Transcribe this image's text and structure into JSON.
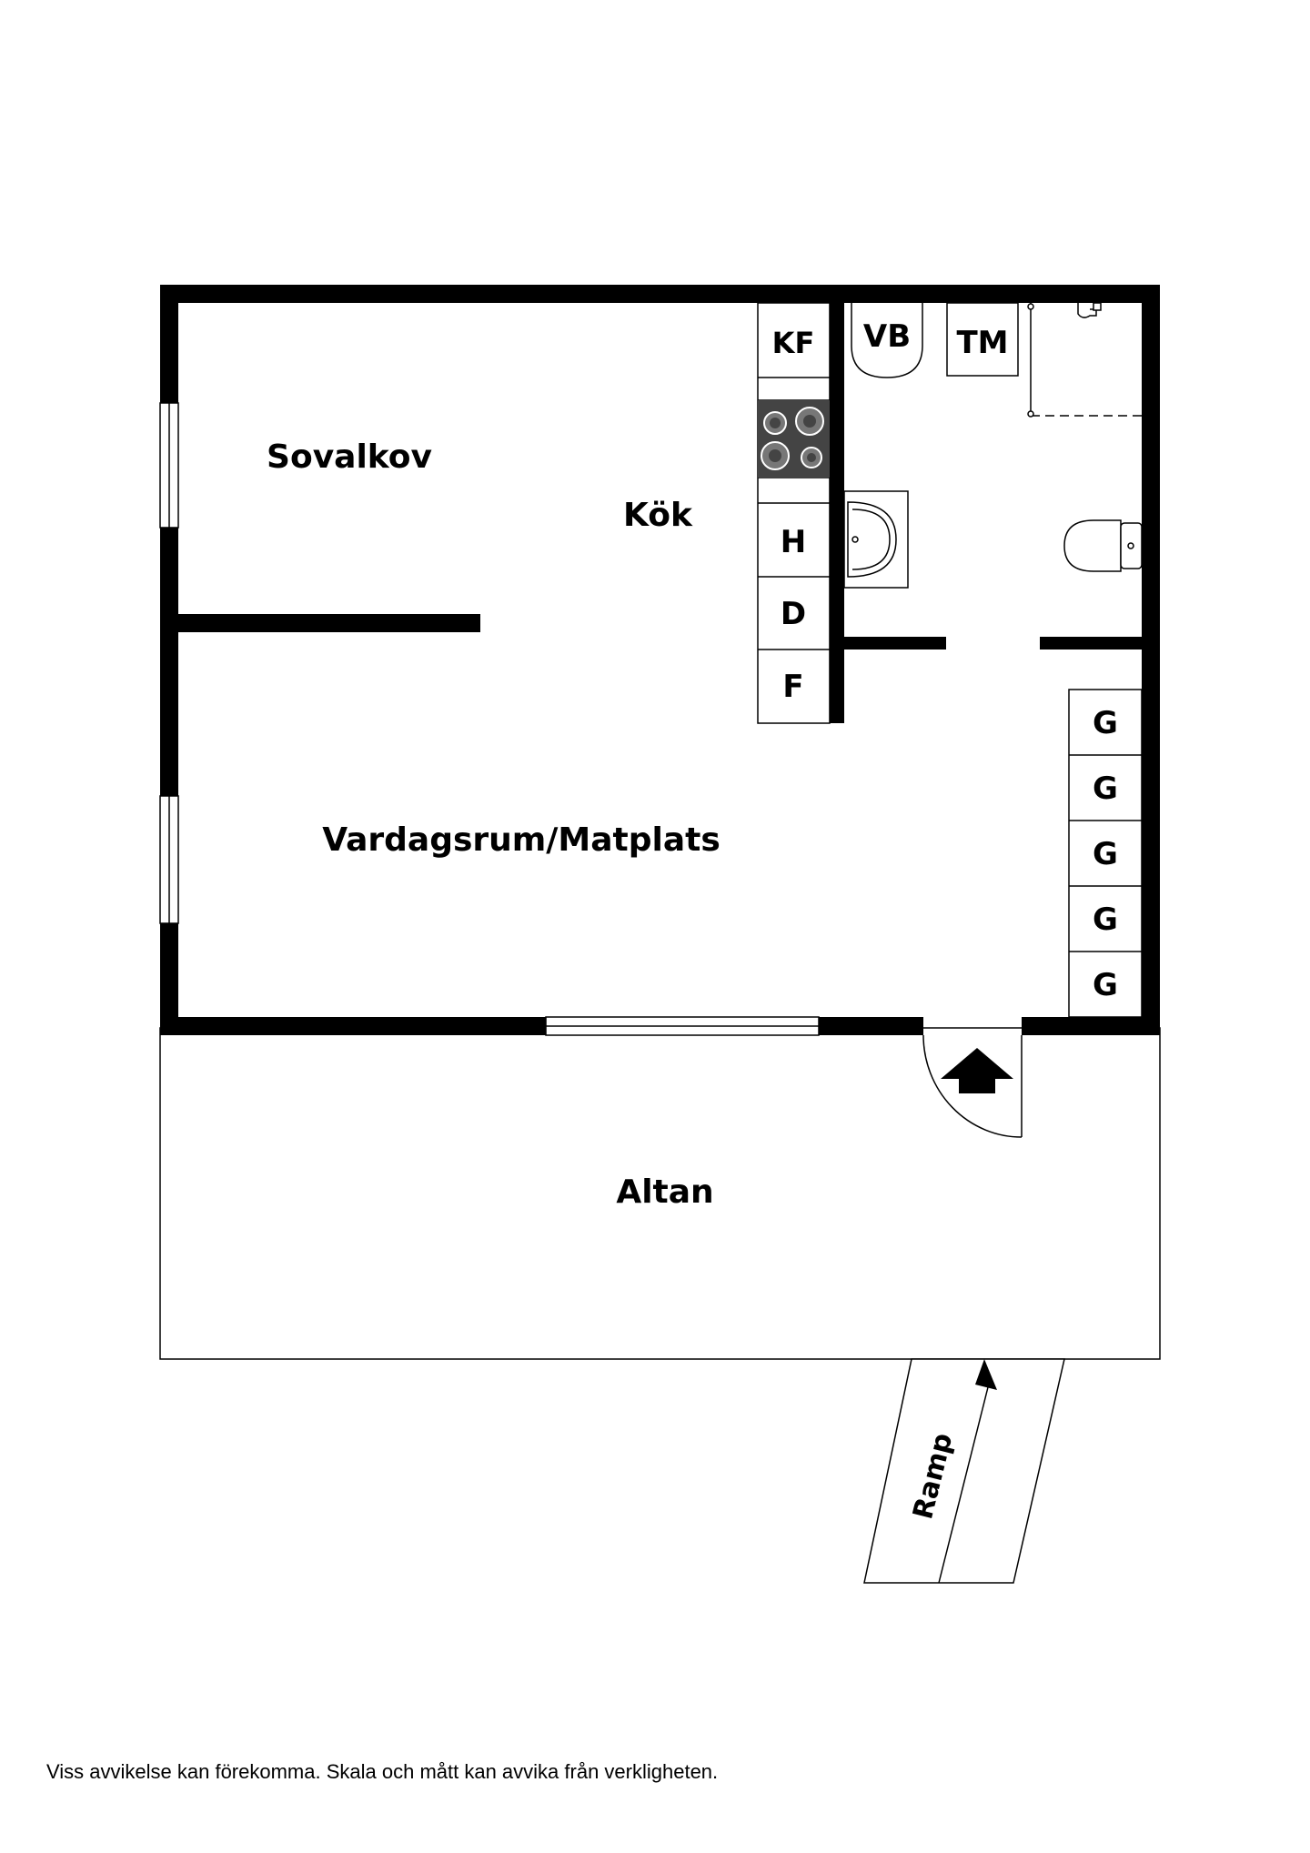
{
  "colors": {
    "wall": "#000000",
    "background": "#ffffff",
    "stove_top": "#444444",
    "line": "#000000"
  },
  "rooms": {
    "sovalkov": "Sovalkov",
    "kok": "Kök",
    "vardagsrum": "Vardagsrum/Matplats",
    "altan": "Altan",
    "ramp": "Ramp"
  },
  "kitchen_units": {
    "fridge_freezer": "KF",
    "h": "H",
    "d": "D",
    "f": "F"
  },
  "bathroom_units": {
    "vb": "VB",
    "tm": "TM"
  },
  "closets": [
    "G",
    "G",
    "G",
    "G",
    "G"
  ],
  "icons": {
    "stove": "stove-icon",
    "sink": "sink-icon",
    "toilet": "toilet-icon",
    "shower": "shower-icon",
    "entrance_arrow": "entrance-arrow-icon",
    "ramp_arrow": "ramp-arrow-icon"
  },
  "footer": {
    "disclaimer": "Viss avvikelse kan förekomma. Skala och mått kan avvika från verkligheten."
  }
}
